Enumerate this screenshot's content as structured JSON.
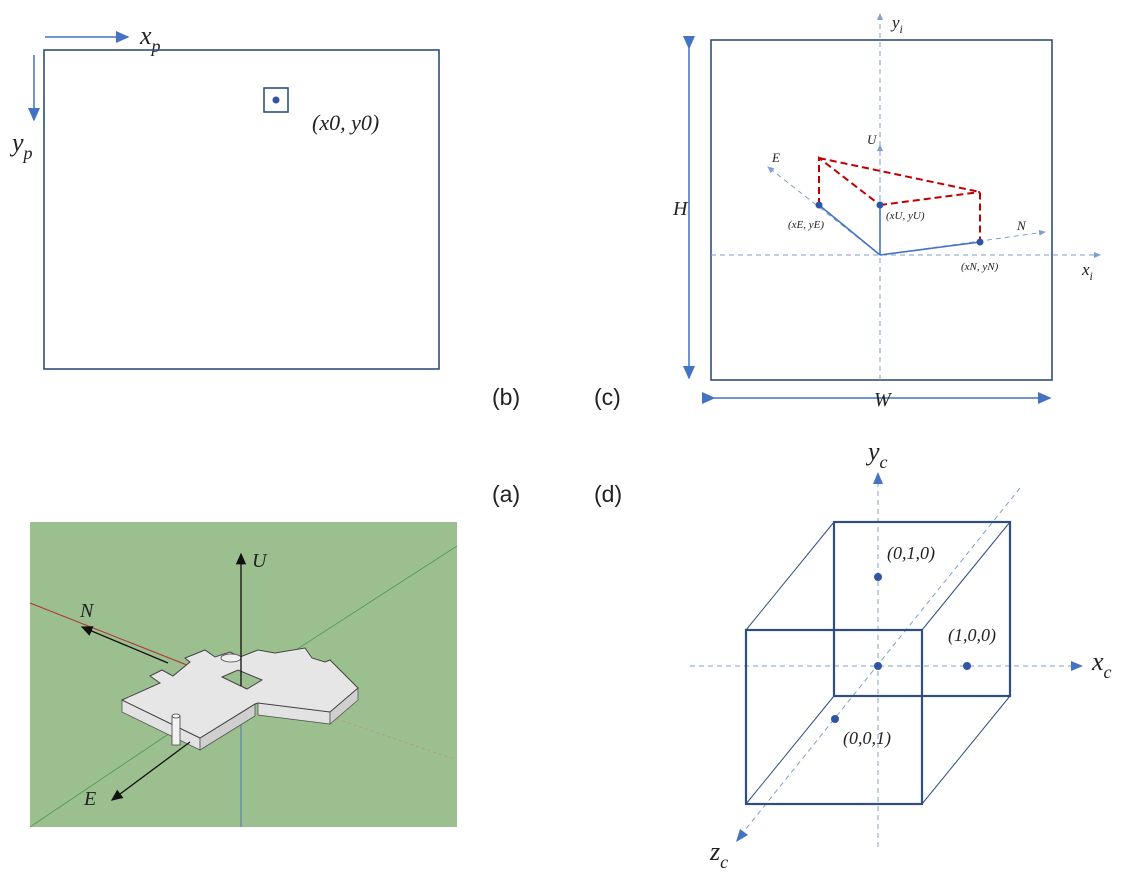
{
  "panel_labels": {
    "a": "(a)",
    "b": "(b)",
    "c": "(c)",
    "d": "(d)"
  },
  "panel_b": {
    "x_axis": "x",
    "x_sub": "p",
    "y_axis": "y",
    "y_sub": "p",
    "point_label": "(x0, y0)"
  },
  "panel_c": {
    "yi": "y",
    "yi_sub": "i",
    "xi": "x",
    "xi_sub": "i",
    "height": "H",
    "width": "W",
    "east": "E",
    "north": "N",
    "up": "U",
    "pt_e": "(xE, yE)",
    "pt_u": "(xU, yU)",
    "pt_n": "(xN, yN)"
  },
  "panel_a": {
    "up": "U",
    "north": "N",
    "east": "E"
  },
  "panel_d": {
    "yc": "y",
    "yc_sub": "c",
    "xc": "x",
    "xc_sub": "c",
    "zc": "z",
    "zc_sub": "c",
    "p010": "(0,1,0)",
    "p100": "(1,0,0)",
    "p001": "(0,0,1)"
  },
  "colors": {
    "axis": "#4472c4",
    "frame": "#2f4f7f",
    "red_dash": "#c00000",
    "scene_bg": "#9bbf8f"
  }
}
